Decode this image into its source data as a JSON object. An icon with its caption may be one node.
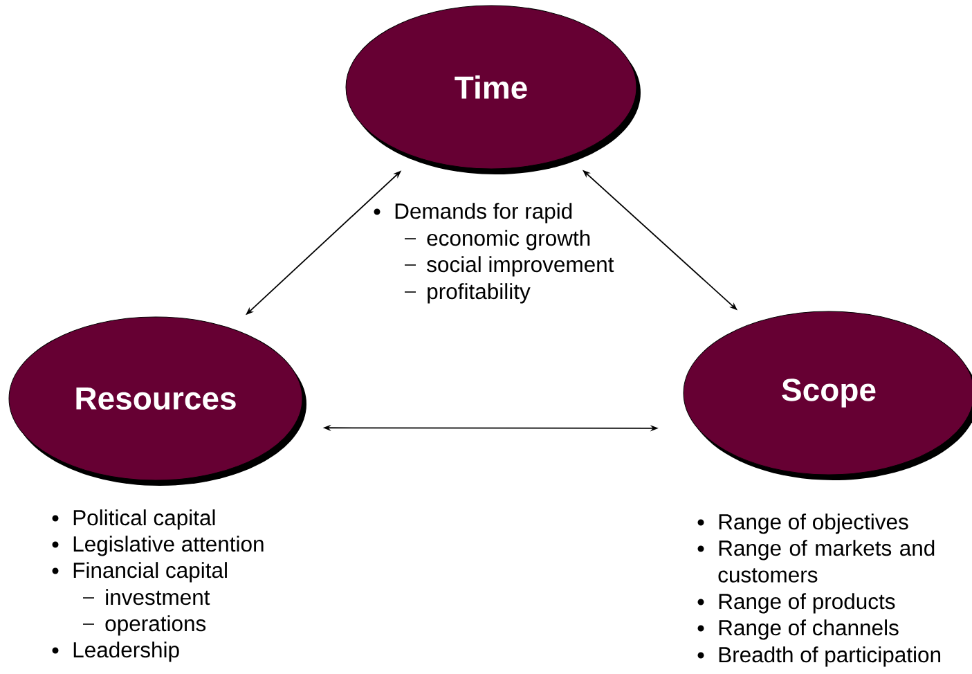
{
  "diagram": {
    "nodes": [
      {
        "text": [
          "Time"
        ],
        "beside": [
          "Demands for rapid",
          "economic growth",
          "social improvement",
          "profitability"
        ]
      },
      {
        "text": [
          "Resources"
        ],
        "beside": [
          "Political capital",
          "Legislative attention",
          "Financial capital",
          "investment",
          "operations",
          "Leadership"
        ]
      },
      {
        "text": [
          "Scope"
        ],
        "beside": [
          "Range of objectives",
          "Range of markets and customers",
          "Range of products",
          "Range of channels",
          "Breadth of participation"
        ]
      }
    ],
    "edges": [
      {
        "from": 1,
        "to": 0,
        "arrow": "both"
      },
      {
        "from": 0,
        "to": 2,
        "arrow": "both"
      },
      {
        "from": 1,
        "to": 2,
        "arrow": "both"
      }
    ]
  }
}
